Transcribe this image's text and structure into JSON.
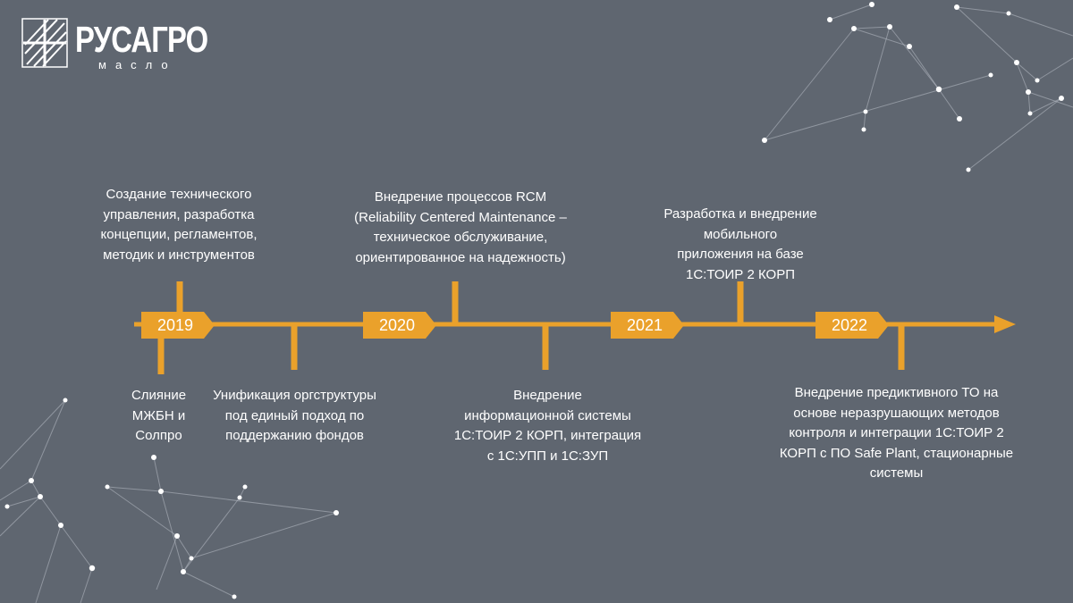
{
  "logo": {
    "brand": "РУСАГРО",
    "subtitle": "масло"
  },
  "colors": {
    "background": "#5f6670",
    "accent": "#eaa12b",
    "text": "#ffffff"
  },
  "timeline": {
    "years": [
      {
        "label": "2019"
      },
      {
        "label": "2020"
      },
      {
        "label": "2021"
      },
      {
        "label": "2022"
      }
    ],
    "events": [
      {
        "id": "tech-management",
        "lines": [
          "Создание технического",
          "управления, разработка",
          "концепции, регламентов,",
          "методик и инструментов"
        ]
      },
      {
        "id": "merger",
        "lines": [
          "Слияние",
          "МЖБН и",
          "Солпро"
        ]
      },
      {
        "id": "org-structure",
        "lines": [
          "Унификация оргструктуры",
          "под единый подход по",
          "поддержанию фондов"
        ]
      },
      {
        "id": "rcm",
        "lines": [
          "Внедрение процессов RCM",
          "(Reliability  Centered  Maintenance –",
          "техническое обслуживание,",
          "ориентированное на надежность)"
        ]
      },
      {
        "id": "information-system",
        "lines": [
          "Внедрение",
          "информационной системы",
          "1С:ТОИР 2 КОРП, интеграция",
          "с 1С:УПП и 1С:ЗУП"
        ]
      },
      {
        "id": "mobile-app",
        "lines": [
          "Разработка и внедрение",
          "мобильного",
          "приложения на базе",
          "1С:ТОИР 2 КОРП"
        ]
      },
      {
        "id": "predictive-maintenance",
        "lines": [
          "Внедрение предиктивного ТО на",
          "основе неразрушающих методов",
          "контроля и интеграции 1С:ТОИР 2",
          "КОРП с ПО Safe Plant, стационарные",
          "системы"
        ]
      }
    ]
  }
}
